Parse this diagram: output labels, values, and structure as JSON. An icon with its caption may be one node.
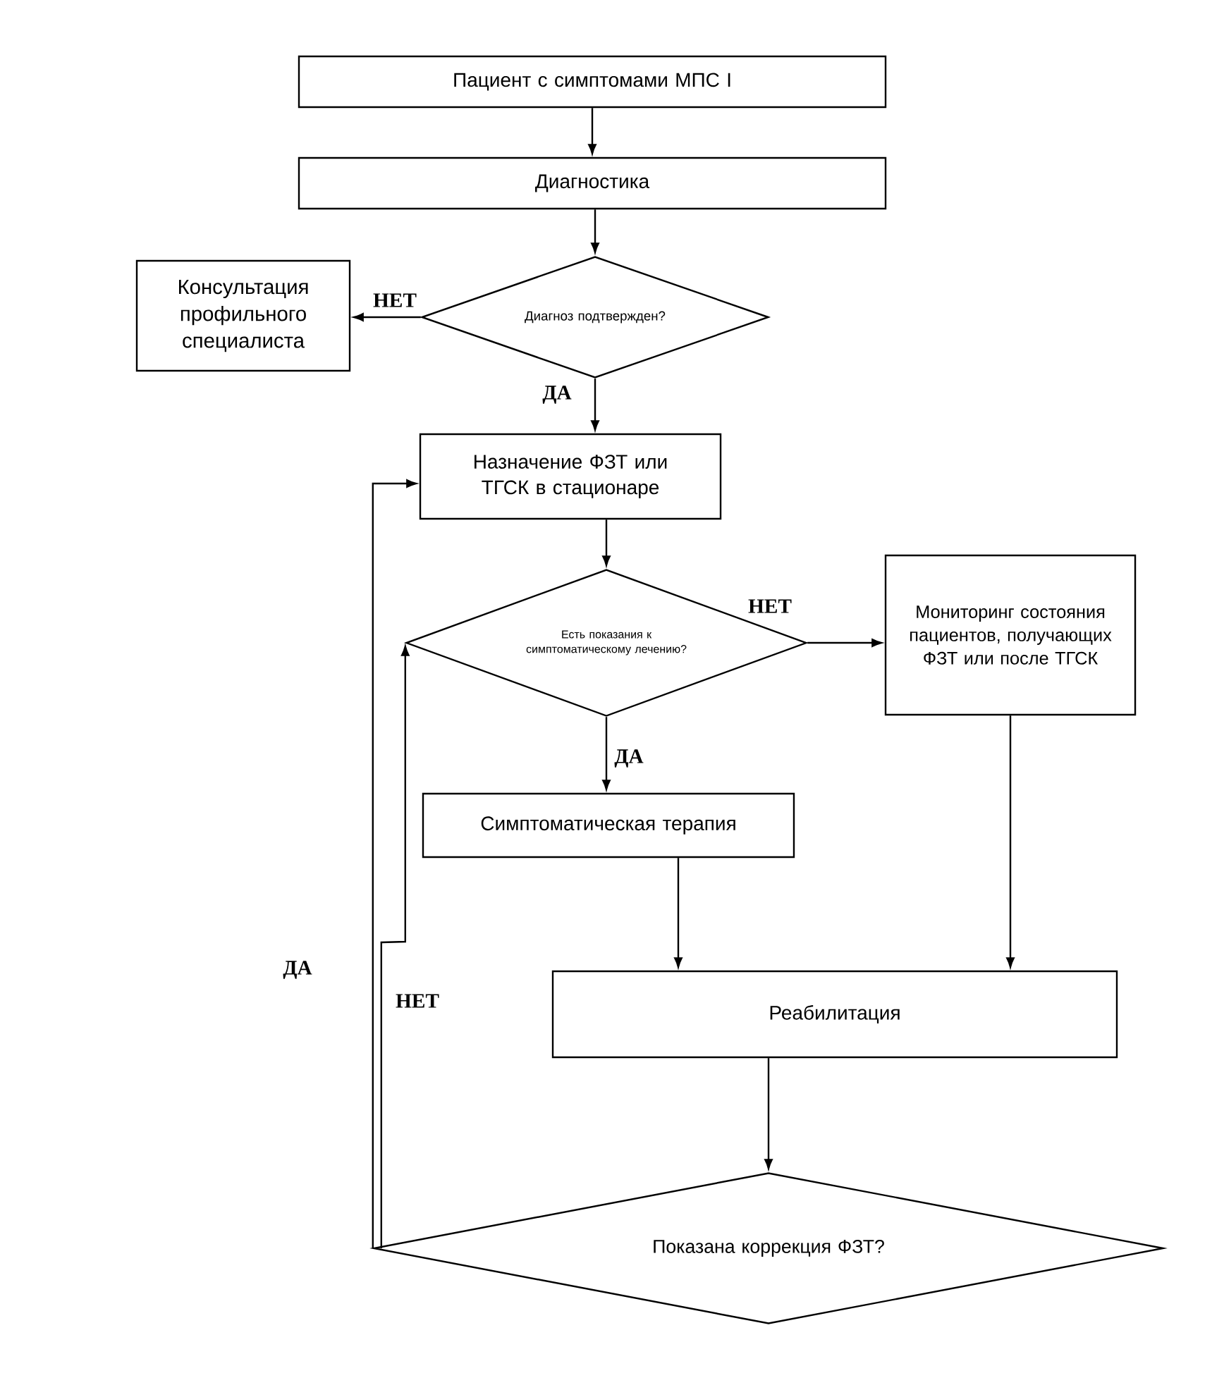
{
  "diagram": {
    "nodes": [
      {
        "text": [
          "Пациент с симптомами МПС I"
        ]
      },
      {
        "text": [
          "Диагностика"
        ]
      },
      {
        "text": [
          "Диагноз подтвержден?"
        ]
      },
      {
        "text": [
          "Консультация профильного специалиста"
        ]
      },
      {
        "text": [
          "Назначение ФЗТ или ТГСК в стационаре"
        ]
      },
      {
        "text": [
          "Есть показания к симптоматическому лечению?"
        ]
      },
      {
        "text": [
          "Мониторинг состояния пациентов, получающих ФЗТ или после ТГСК"
        ]
      },
      {
        "text": [
          "Симптоматическая терапия"
        ]
      },
      {
        "text": [
          "Реабилитация"
        ]
      },
      {
        "text": [
          "Показана коррекция ФЗТ?"
        ]
      }
    ],
    "edges": [
      {
        "from": 0,
        "to": 1,
        "arrow": "to"
      },
      {
        "from": 1,
        "to": 2,
        "arrow": "to"
      },
      {
        "from": 2,
        "to": 3,
        "arrow": "to",
        "label": "НЕТ"
      },
      {
        "from": 2,
        "to": 4,
        "arrow": "to",
        "label": "ДА"
      },
      {
        "from": 4,
        "to": 5,
        "arrow": "to"
      },
      {
        "from": 5,
        "to": 6,
        "arrow": "to",
        "label": "НЕТ"
      },
      {
        "from": 5,
        "to": 7,
        "arrow": "to",
        "label": "ДА"
      },
      {
        "from": 7,
        "to": 8,
        "arrow": "to"
      },
      {
        "from": 6,
        "to": 8,
        "arrow": "to"
      },
      {
        "from": 8,
        "to": 9,
        "arrow": "to"
      },
      {
        "from": 9,
        "to": 4,
        "arrow": "to",
        "label": "ДА"
      },
      {
        "from": 9,
        "to": 5,
        "arrow": "to",
        "label": "НЕТ"
      }
    ]
  }
}
